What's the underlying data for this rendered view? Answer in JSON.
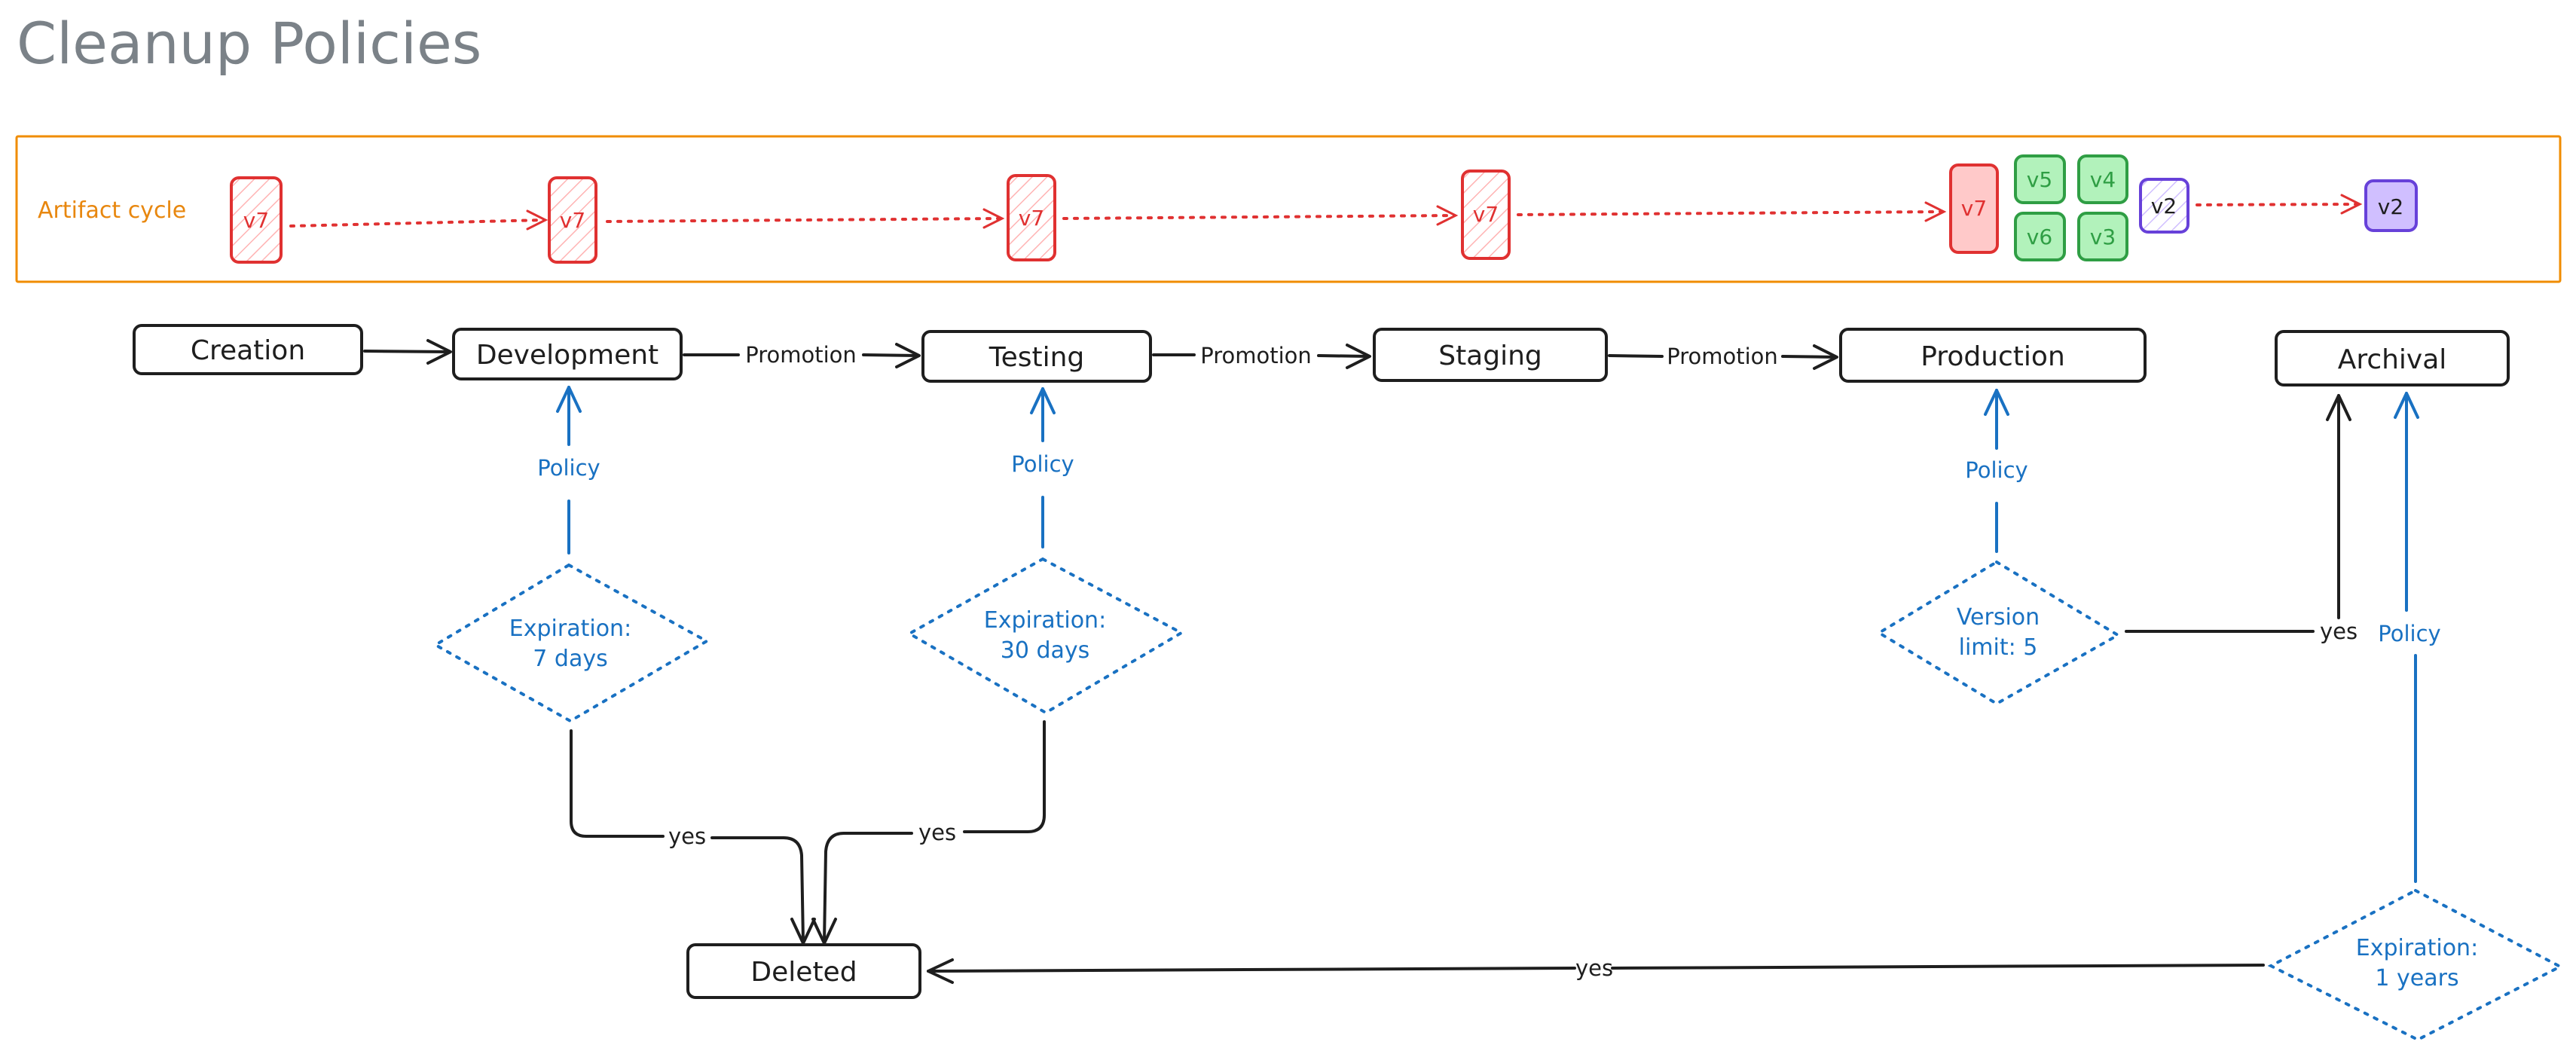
{
  "title": "Cleanup Policies",
  "colors": {
    "black": "#1e1e1e",
    "blue": "#1971c2",
    "orange": "#f08c00",
    "red": "#e03131",
    "green": "#2f9e44",
    "purple": "#6741d9",
    "gray_title": "#7b8288"
  },
  "artifact_cycle": {
    "label": "Artifact cycle",
    "versions": {
      "v7": "v7",
      "v5": "v5",
      "v4": "v4",
      "v6": "v6",
      "v3": "v3",
      "v2": "v2"
    }
  },
  "stages": {
    "creation": "Creation",
    "development": "Development",
    "testing": "Testing",
    "staging": "Staging",
    "production": "Production",
    "archival": "Archival",
    "deleted": "Deleted"
  },
  "edge_labels": {
    "promotion": "Promotion",
    "policy": "Policy",
    "yes": "yes"
  },
  "policies": {
    "dev_expiration": [
      "Expiration:",
      "7 days"
    ],
    "test_expiration": [
      "Expiration:",
      "30 days"
    ],
    "prod_version_limit": [
      "Version",
      "limit: 5"
    ],
    "archive_expiration": [
      "Expiration:",
      "1 years"
    ]
  }
}
